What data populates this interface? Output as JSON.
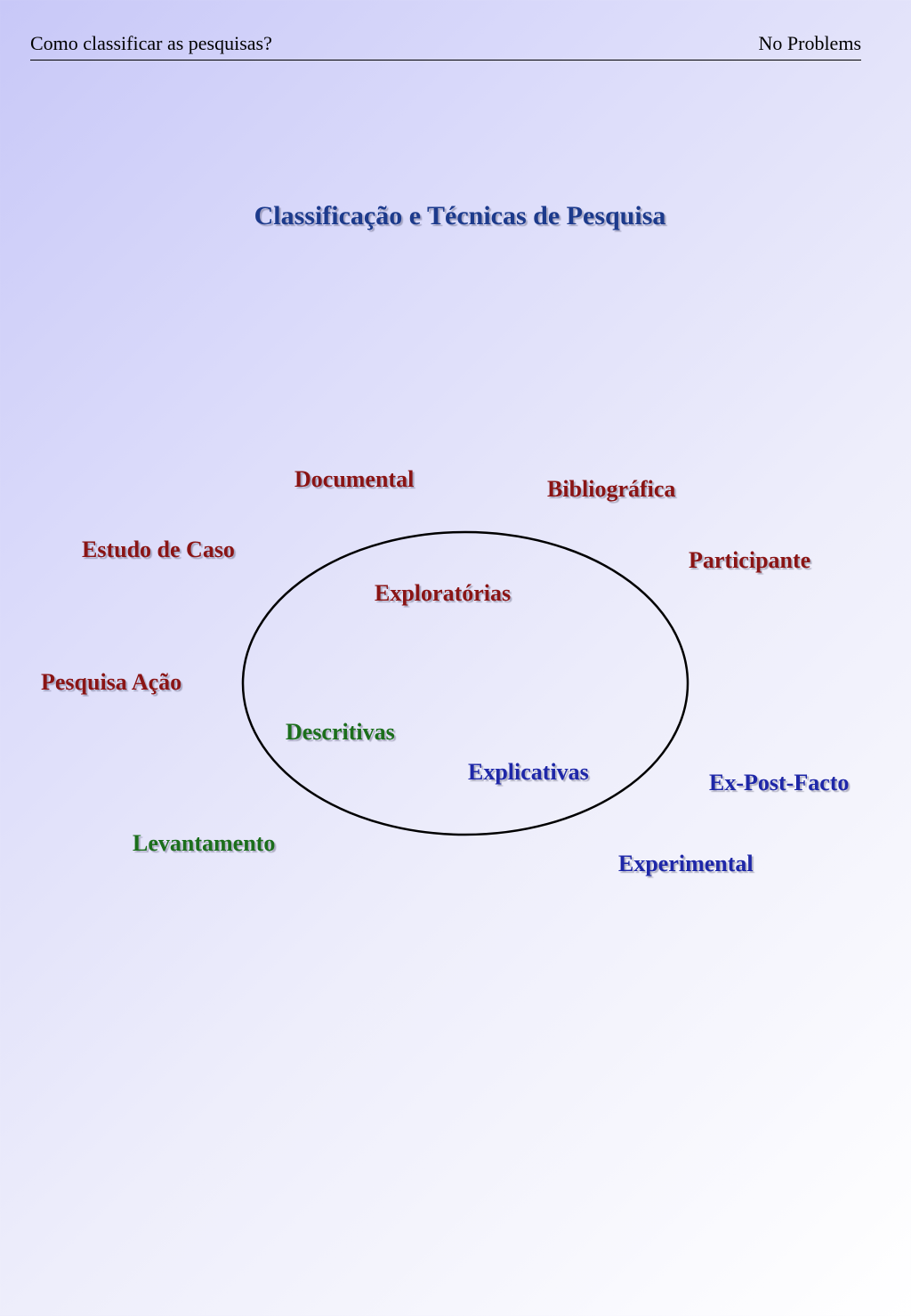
{
  "header": {
    "left_text": "Como classificar as pesquisas?",
    "right_text": "No Problems"
  },
  "title": "Classificação e Técnicas de Pesquisa",
  "colors": {
    "title": "#1c3a8c",
    "exploratory_group": "#8a1414",
    "descriptive_group": "#1b6e1b",
    "explanatory_group": "#1e27a8"
  },
  "ellipse_types": {
    "exploratorias": "Exploratórias",
    "descritivas": "Descritivas",
    "explicativas": "Explicativas"
  },
  "techniques": {
    "documental": "Documental",
    "bibliografica": "Bibliográfica",
    "estudo_de_caso": "Estudo de Caso",
    "participante": "Participante",
    "pesquisa_acao": "Pesquisa Ação",
    "ex_post_facto": "Ex-Post-Facto",
    "levantamento": "Levantamento",
    "experimental": "Experimental"
  }
}
